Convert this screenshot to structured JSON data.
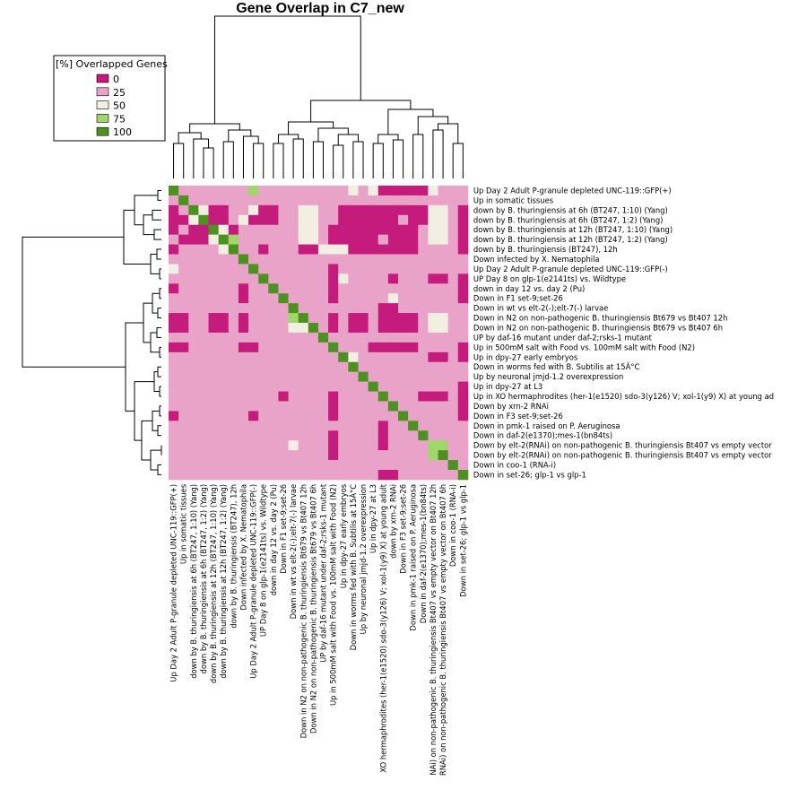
{
  "chart_data": {
    "type": "heatmap",
    "title": "Gene Overlap in C7_new",
    "legend": {
      "title": "[%] Overlapped Genes",
      "position": "top-left",
      "items": [
        {
          "label": "0",
          "color": "#C51B7D"
        },
        {
          "label": "25",
          "color": "#E9A3C9"
        },
        {
          "label": "50",
          "color": "#F3EEE2"
        },
        {
          "label": "75",
          "color": "#A1D76A"
        },
        {
          "label": "100",
          "color": "#4D9221"
        }
      ]
    },
    "rows": [
      "Up Day 2 Adult P-granule depleted  UNC-119::GFP(+)",
      "Up in somatic tissues",
      "down by B. thuringiensis at 6h (BT247, 1:10) (Yang)",
      "down by B. thuringiensis at 6h (BT247, 1:2) (Yang)",
      "down by B. thuringiensis at 12h (BT247, 1:10) (Yang)",
      "down by B. thuringiensis at 12h (BT247, 1:2) (Yang)",
      "down by B. thuringiensis (BT247), 12h",
      "Down infected by X. Nematophila",
      "Up Day 2 Adult P-granule depleted UNC-119::GFP(-)",
      "UP Day 8 on glp-1(e2141ts) vs. Wildtype",
      "down in day 12 vs. day 2 (Pu)",
      "Down in F1 set-9;set-26",
      "Down in wt vs elt-2(-);elt-7(-) larvae",
      "Down in N2 on non-pathogenic B. thuringiensis Bt679 vs Bt407 12h",
      "Down in N2 on non-pathogenic B. thuringiensis Bt679 vs Bt407 6h",
      "UP by daf-16 mutant under daf-2;rsks-1 mutant",
      "Up in 500mM salt with  Food vs. 100mM salt with Food (N2)",
      "Up in dpy-27 early embryos",
      "Down in worms fed with B. Subtilis at 15Â°C",
      "Up by neuronal jmjd-1.2 overexpression",
      "Up in dpy-27 at L3",
      "Up in XO hermaphrodites (her-1(e1520) sdo-3(y126) V; xol-1(y9) X) at young ad",
      "Down by xrn-2 RNAi",
      "Down in F3 set-9;set-26",
      "Down in pmk-1 raised on P. Aeruginosa",
      "Down in daf-2(e1370);mes-1(bn84ts)",
      "Down by elt-2(RNAi) on non-pathogenic B. thuringiensis Bt407 vs empty vector",
      "Down by elt-2(RNAi) on non-pathogenic B. thuringiensis Bt407 vs empty vector",
      "Down in coo-1 (RNA-i)",
      "Down in set-26; glp-1  vs glp-1"
    ],
    "columns": [
      "Up Day 2 Adult P-granule depleted  UNC-119::GFP(+)",
      "Up in somatic tissues",
      "down by B. thuringiensis at 6h (BT247, 1:10) (Yang)",
      "down by B. thuringiensis at 6h (BT247, 1:2) (Yang)",
      "down by B. thuringiensis at 12h (BT247, 1:10) (Yang)",
      "down by B. thuringiensis at 12h (BT247, 1:2) (Yang)",
      "down by B. thuringiensis (BT247), 12h",
      "Down infected by X. Nematophila",
      "Up Day 2 Adult P-granule depleted UNC-119::GFP(-)",
      "UP Day 8 on glp-1(e2141ts) vs. Wildtype",
      "down in day 12 vs. day 2 (Pu)",
      "Down in F1 set-9;set-26",
      "Down in wt vs elt-2(-);elt-7(-) larvae",
      "Down in N2 on non-pathogenic B. thuringiensis Bt679 vs Bt407 12h",
      "Down in N2 on non-pathogenic B. thuringiensis Bt679 vs Bt407 6h",
      "UP by daf-16 mutant under daf-2;rsks-1 mutant",
      "Up in 500mM salt with  Food vs. 100mM salt with Food (N2)",
      "Up in dpy-27 early embryos",
      "Down in worms fed with B. Subtilis at 15Â°C",
      "Up by neuronal jmjd-1.2 overexpression",
      "Up in dpy-27 at L3",
      "XO hermaphrodites (her-1(e1520) sdo-3(y126) V; xol-1(y9) X) at young adult",
      "down by xrn-2 RNAi",
      "Down in F3 set-9;set-26",
      "Down in pmk-1 raised on P. Aeruginosa",
      "Down in daf-2(e1370);mes-1(bn84ts)",
      "NAi) on non-pathogenic B. thuringiensis Bt407 vs empty vector on Bt407 12h",
      "RNAi) on non-pathogenic B. thuringiensis Bt407 vs empty vector on Bt407 6h",
      "Down in coo-1 (RNA-i)",
      "Down in set-26; glp-1  vs glp-1"
    ],
    "values": [
      [
        100,
        25,
        25,
        25,
        25,
        25,
        25,
        25,
        75,
        25,
        25,
        25,
        25,
        25,
        25,
        25,
        25,
        25,
        50,
        25,
        50,
        0,
        0,
        0,
        0,
        0,
        50,
        25,
        25,
        25
      ],
      [
        25,
        100,
        25,
        25,
        25,
        25,
        25,
        25,
        25,
        25,
        25,
        25,
        25,
        25,
        25,
        25,
        25,
        25,
        25,
        25,
        25,
        25,
        25,
        25,
        25,
        25,
        25,
        25,
        25,
        25
      ],
      [
        0,
        25,
        100,
        50,
        0,
        0,
        25,
        25,
        50,
        0,
        0,
        25,
        25,
        50,
        50,
        25,
        25,
        0,
        0,
        0,
        0,
        0,
        0,
        0,
        0,
        0,
        50,
        50,
        25,
        0
      ],
      [
        0,
        0,
        50,
        100,
        0,
        0,
        25,
        50,
        0,
        0,
        0,
        25,
        25,
        50,
        50,
        25,
        25,
        0,
        0,
        0,
        0,
        0,
        0,
        25,
        0,
        0,
        50,
        50,
        25,
        0
      ],
      [
        0,
        25,
        0,
        0,
        100,
        50,
        0,
        25,
        25,
        25,
        25,
        25,
        25,
        50,
        50,
        25,
        0,
        0,
        0,
        0,
        0,
        0,
        0,
        0,
        0,
        25,
        50,
        50,
        25,
        0
      ],
      [
        25,
        0,
        0,
        0,
        50,
        100,
        75,
        25,
        25,
        25,
        25,
        25,
        25,
        50,
        50,
        25,
        0,
        0,
        0,
        0,
        0,
        25,
        0,
        0,
        0,
        25,
        50,
        50,
        25,
        0
      ],
      [
        0,
        25,
        25,
        25,
        25,
        50,
        100,
        25,
        25,
        0,
        25,
        25,
        25,
        0,
        0,
        50,
        50,
        50,
        0,
        0,
        0,
        0,
        0,
        0,
        0,
        25,
        25,
        25,
        25,
        0
      ],
      [
        25,
        25,
        25,
        25,
        25,
        25,
        25,
        100,
        25,
        25,
        25,
        25,
        25,
        25,
        25,
        25,
        25,
        25,
        25,
        25,
        25,
        25,
        25,
        25,
        25,
        25,
        25,
        25,
        25,
        25
      ],
      [
        50,
        25,
        25,
        25,
        25,
        25,
        25,
        25,
        100,
        25,
        25,
        25,
        25,
        25,
        25,
        25,
        0,
        25,
        25,
        25,
        25,
        25,
        25,
        25,
        25,
        25,
        25,
        25,
        25,
        25
      ],
      [
        25,
        25,
        25,
        25,
        25,
        25,
        25,
        25,
        25,
        100,
        25,
        25,
        25,
        25,
        25,
        25,
        0,
        50,
        25,
        25,
        25,
        25,
        0,
        25,
        25,
        25,
        0,
        0,
        25,
        0
      ],
      [
        0,
        25,
        25,
        25,
        25,
        25,
        25,
        0,
        25,
        25,
        100,
        25,
        25,
        25,
        25,
        25,
        0,
        25,
        25,
        25,
        25,
        25,
        25,
        25,
        25,
        25,
        25,
        25,
        25,
        0
      ],
      [
        25,
        25,
        25,
        25,
        25,
        25,
        25,
        0,
        25,
        25,
        25,
        100,
        25,
        25,
        25,
        25,
        0,
        25,
        25,
        25,
        25,
        25,
        50,
        25,
        25,
        25,
        25,
        25,
        25,
        0
      ],
      [
        25,
        25,
        25,
        25,
        25,
        25,
        25,
        25,
        25,
        25,
        25,
        25,
        100,
        25,
        25,
        25,
        25,
        25,
        25,
        25,
        25,
        0,
        0,
        25,
        25,
        25,
        25,
        25,
        25,
        25
      ],
      [
        0,
        0,
        25,
        25,
        0,
        0,
        25,
        0,
        25,
        25,
        25,
        25,
        75,
        100,
        25,
        25,
        0,
        25,
        0,
        0,
        25,
        0,
        0,
        0,
        0,
        25,
        50,
        50,
        25,
        25
      ],
      [
        0,
        0,
        25,
        25,
        0,
        0,
        25,
        0,
        25,
        25,
        25,
        25,
        50,
        50,
        100,
        25,
        0,
        25,
        0,
        0,
        25,
        0,
        0,
        0,
        0,
        25,
        50,
        50,
        25,
        25
      ],
      [
        25,
        25,
        25,
        25,
        25,
        25,
        25,
        25,
        25,
        25,
        25,
        25,
        25,
        25,
        25,
        100,
        25,
        25,
        25,
        25,
        25,
        25,
        25,
        25,
        25,
        25,
        25,
        25,
        25,
        25
      ],
      [
        0,
        0,
        25,
        25,
        25,
        25,
        25,
        0,
        0,
        25,
        25,
        25,
        25,
        25,
        25,
        25,
        100,
        25,
        25,
        25,
        0,
        0,
        0,
        0,
        0,
        25,
        25,
        25,
        25,
        0
      ],
      [
        25,
        25,
        25,
        25,
        25,
        25,
        25,
        25,
        25,
        25,
        25,
        25,
        25,
        25,
        25,
        25,
        25,
        100,
        50,
        25,
        25,
        25,
        25,
        25,
        25,
        25,
        0,
        0,
        25,
        0
      ],
      [
        25,
        25,
        25,
        25,
        25,
        25,
        25,
        25,
        25,
        25,
        25,
        25,
        25,
        25,
        25,
        25,
        25,
        25,
        100,
        25,
        25,
        25,
        25,
        25,
        25,
        25,
        25,
        25,
        25,
        25
      ],
      [
        25,
        25,
        25,
        25,
        25,
        25,
        25,
        25,
        25,
        25,
        25,
        25,
        25,
        25,
        25,
        25,
        25,
        25,
        25,
        100,
        25,
        25,
        25,
        25,
        25,
        25,
        25,
        25,
        25,
        25
      ],
      [
        25,
        25,
        25,
        25,
        25,
        25,
        25,
        25,
        25,
        25,
        25,
        25,
        25,
        25,
        25,
        25,
        25,
        25,
        25,
        25,
        100,
        25,
        25,
        25,
        25,
        25,
        25,
        25,
        25,
        0
      ],
      [
        25,
        25,
        25,
        25,
        25,
        25,
        25,
        25,
        25,
        25,
        25,
        0,
        25,
        25,
        25,
        25,
        0,
        25,
        25,
        25,
        25,
        100,
        25,
        25,
        25,
        0,
        0,
        0,
        25,
        0
      ],
      [
        25,
        25,
        25,
        25,
        25,
        25,
        25,
        25,
        25,
        25,
        25,
        25,
        25,
        25,
        25,
        25,
        0,
        25,
        25,
        25,
        25,
        25,
        100,
        25,
        25,
        25,
        25,
        25,
        25,
        0
      ],
      [
        0,
        25,
        25,
        25,
        25,
        25,
        25,
        25,
        0,
        25,
        25,
        25,
        25,
        25,
        25,
        25,
        0,
        25,
        25,
        25,
        25,
        25,
        25,
        100,
        25,
        25,
        25,
        25,
        25,
        0
      ],
      [
        25,
        25,
        25,
        25,
        25,
        25,
        25,
        25,
        25,
        25,
        25,
        25,
        25,
        25,
        25,
        25,
        25,
        25,
        25,
        25,
        25,
        0,
        25,
        25,
        100,
        25,
        25,
        25,
        25,
        25
      ],
      [
        25,
        25,
        25,
        25,
        25,
        25,
        25,
        25,
        25,
        25,
        25,
        25,
        25,
        25,
        25,
        25,
        0,
        25,
        25,
        25,
        25,
        0,
        25,
        25,
        25,
        100,
        25,
        25,
        25,
        25
      ],
      [
        25,
        25,
        25,
        25,
        25,
        25,
        25,
        25,
        25,
        25,
        25,
        25,
        50,
        25,
        25,
        25,
        0,
        25,
        25,
        25,
        25,
        0,
        25,
        25,
        25,
        25,
        75,
        75,
        25,
        25
      ],
      [
        25,
        25,
        25,
        25,
        25,
        25,
        25,
        25,
        25,
        25,
        25,
        25,
        25,
        25,
        25,
        25,
        0,
        25,
        25,
        25,
        25,
        25,
        25,
        25,
        25,
        25,
        75,
        100,
        25,
        25
      ],
      [
        25,
        25,
        25,
        25,
        25,
        25,
        25,
        25,
        25,
        25,
        25,
        25,
        25,
        25,
        25,
        25,
        25,
        25,
        25,
        25,
        25,
        25,
        25,
        25,
        25,
        25,
        25,
        25,
        100,
        25
      ],
      [
        25,
        25,
        25,
        25,
        25,
        25,
        25,
        25,
        25,
        25,
        25,
        25,
        25,
        25,
        25,
        25,
        25,
        25,
        25,
        25,
        25,
        0,
        0,
        25,
        25,
        25,
        25,
        25,
        25,
        100
      ]
    ]
  }
}
